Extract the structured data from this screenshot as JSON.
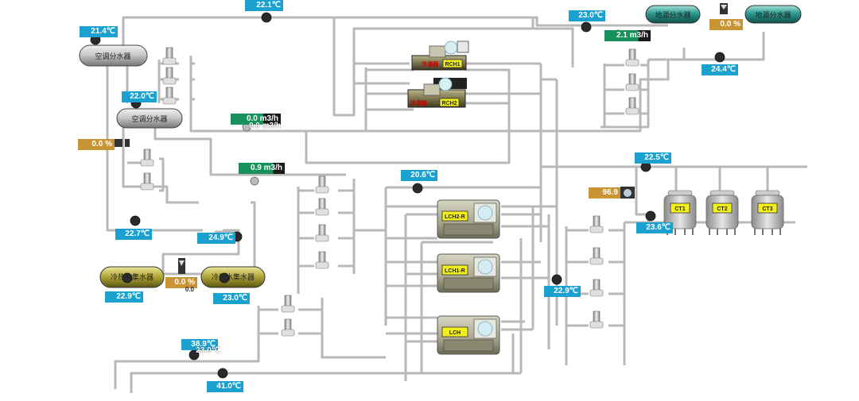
{
  "diagram": {
    "title": "Chilled water plant SCADA schematic",
    "colors": {
      "temp_badge": "#1aa1d0",
      "flow_badge": "#16925a",
      "percent_badge": "#c99434",
      "pipe": "#b8b8b8",
      "tank_grey": "#c8c8c8",
      "tank_teal": "#2d9a90",
      "tank_olive": "#b3aa3a",
      "unit_tag": "#f3ef1a"
    },
    "temperatures": {
      "t_top_supply": "22.1℃",
      "t_header1": "21.4℃",
      "t_header2": "22.0℃",
      "t_right_line": "23.0℃",
      "t_ground_return": "24.4℃",
      "t_plate_in": "22.7℃",
      "t_plate_out": "24.9℃",
      "t_tank_left": "22.9℃",
      "t_tank_right": "23.0℃",
      "t_chiller_header": "20.6℃",
      "t_cooling_supply": "22.5℃",
      "t_cooling_return": "23.6℃",
      "t_condenser": "22.9℃",
      "t_bottom_upper": "38.9℃",
      "t_bottom_upper_overlay": "23.0℃",
      "t_bottom_lower": "41.0℃"
    },
    "flows": {
      "f_top": "2.1 m3/h",
      "f_mid": "0.0 m3/h",
      "f_mid_overlay": "0.0 m3/h",
      "f_plate": "0.9 m3/h"
    },
    "percents": {
      "valve_ground": "0.0  %",
      "valve_header": "0.0  %",
      "valve_tank": "0.0  %",
      "valve_tank_overlay": "0.0",
      "cooling_tower_fan": "96.9"
    },
    "tanks": {
      "ac_header_1": "空调分水器",
      "ac_header_2": "空调分水器",
      "ground_source_1": "地源分水器",
      "ground_source_2": "地源分水器",
      "storage_left": "冷热水集水器",
      "storage_right": "冷热水集水器"
    },
    "chillers": [
      {
        "id": "RCH1",
        "label": "RCH1",
        "tag": "冷凝器"
      },
      {
        "id": "RCH2",
        "label": "RCH2",
        "tag": "冷凝器"
      },
      {
        "id": "LCH2-R",
        "label": "LCH2-R"
      },
      {
        "id": "LCH1-R",
        "label": "LCH1-R"
      },
      {
        "id": "LCH",
        "label": "LCH"
      }
    ],
    "cooling_towers": [
      "CT1",
      "CT2",
      "CT3"
    ]
  }
}
